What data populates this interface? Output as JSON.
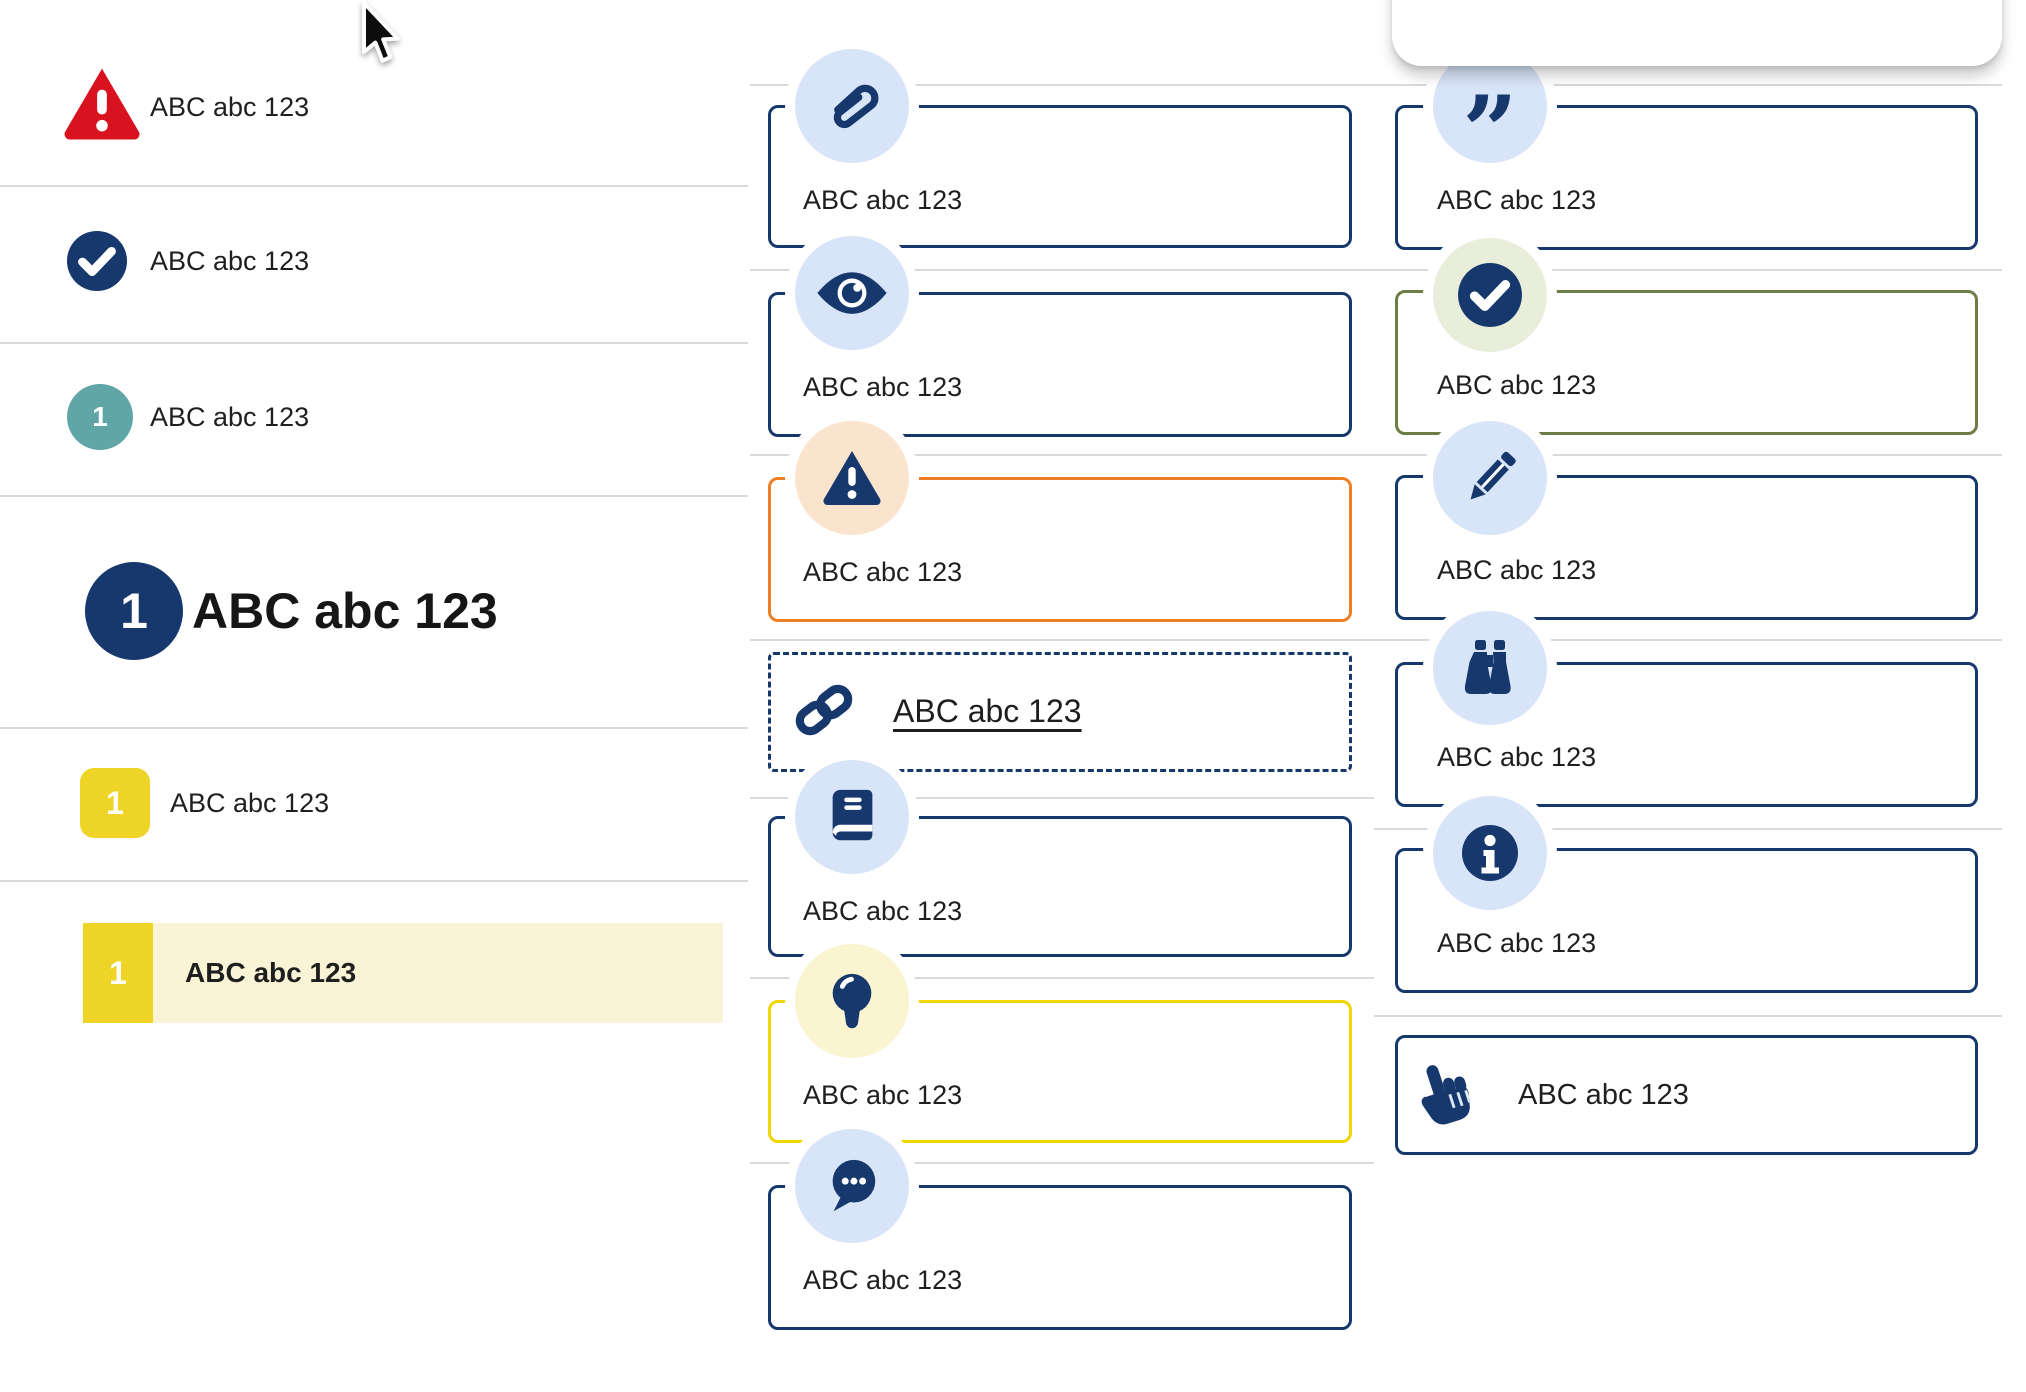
{
  "colors": {
    "navy": "#16386d",
    "light_blue_bubble": "#d8e4f7",
    "red_warning": "#d9121f",
    "teal_badge": "#61a6a6",
    "yellow_badge": "#eed426",
    "yellow_card_border": "#f2d600",
    "pale_yellow_bubble": "#faf4d1",
    "highlight_row_bg": "#f9f4d6",
    "orange_card_border": "#ee7e23",
    "peach_bubble": "#fbe4ce",
    "olive_card_border": "#6e7c45",
    "sage_bubble": "#e9eedb",
    "divider": "#dadada",
    "text": "#1f1f1f"
  },
  "left_list": {
    "rows": [
      {
        "icon": "alert-triangle-icon",
        "label": "ABC abc 123"
      },
      {
        "icon": "check-circle-icon",
        "label": "ABC abc 123"
      },
      {
        "icon": "numbered-circle-teal",
        "number": "1",
        "label": "ABC abc 123"
      },
      {
        "icon": "numbered-circle-navy-large",
        "number": "1",
        "label": "ABC abc 123",
        "style": "large-heading"
      },
      {
        "icon": "numbered-square-yellow",
        "number": "1",
        "label": "ABC abc 123"
      },
      {
        "icon": "numbered-square-yellow",
        "number": "1",
        "label": "ABC abc 123",
        "style": "highlighted-row"
      }
    ]
  },
  "middle_column": {
    "cards": [
      {
        "icon": "paperclip-icon",
        "label": "ABC abc 123",
        "border": "navy"
      },
      {
        "icon": "eye-icon",
        "label": "ABC abc 123",
        "border": "navy"
      },
      {
        "icon": "alert-triangle-icon",
        "label": "ABC abc 123",
        "border": "orange"
      },
      {
        "icon": "link-icon",
        "label": "ABC abc 123",
        "border": "navy-dashed",
        "is_link": true
      },
      {
        "icon": "book-icon",
        "label": "ABC abc 123",
        "border": "navy"
      },
      {
        "icon": "lightbulb-icon",
        "label": "ABC abc 123",
        "border": "yellow"
      },
      {
        "icon": "speech-bubble-icon",
        "label": "ABC abc 123",
        "border": "navy"
      }
    ]
  },
  "right_column": {
    "cards": [
      {
        "icon": "quote-icon",
        "label": "ABC abc 123",
        "border": "navy"
      },
      {
        "icon": "check-circle-icon",
        "label": "ABC abc 123",
        "border": "olive"
      },
      {
        "icon": "pencil-icon",
        "label": "ABC abc 123",
        "border": "navy"
      },
      {
        "icon": "binoculars-icon",
        "label": "ABC abc 123",
        "border": "navy"
      },
      {
        "icon": "info-icon",
        "label": "ABC abc 123",
        "border": "navy"
      },
      {
        "icon": "pointing-hand-icon",
        "label": "ABC abc 123",
        "border": "navy",
        "style": "compact"
      }
    ]
  }
}
